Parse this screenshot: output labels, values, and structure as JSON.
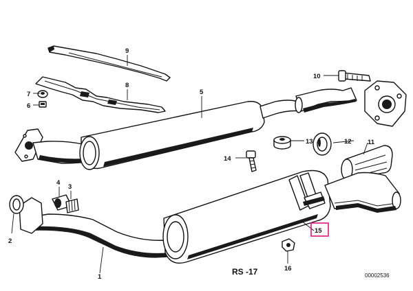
{
  "labels": {
    "p1": "1",
    "p2": "2",
    "p3": "3",
    "p4": "4",
    "p5": "5",
    "p6": "6",
    "p7": "7",
    "p8": "8",
    "p9": "9",
    "p10": "10",
    "p11": "11",
    "p12": "12",
    "p13": "13",
    "p14": "14",
    "p15": "15",
    "p16": "16"
  },
  "diagram_code": "RS -17",
  "catalog_number": "00002536",
  "highlight": {
    "part": "15",
    "color": "#e0177a"
  }
}
